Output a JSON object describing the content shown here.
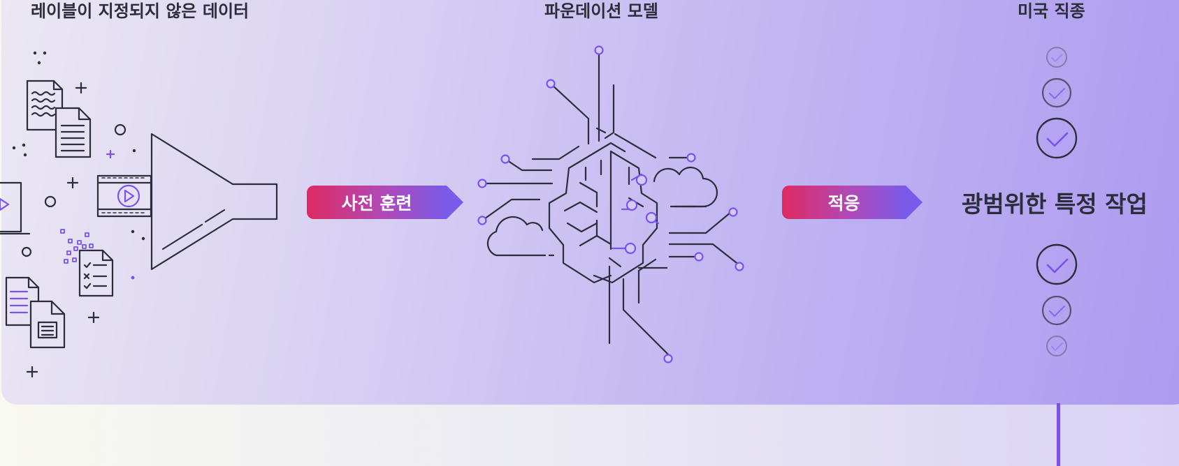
{
  "headings": {
    "unlabeled_data": "레이블이 지정되지 않은 데이터",
    "foundation_model": "파운데이션 모델",
    "domain_specific": "미국 직종"
  },
  "stages": {
    "pretrain": "사전 훈련",
    "adapt": "적응"
  },
  "tasks_label": "광범위한 특정 작업",
  "colors": {
    "line": "#2b2d3a",
    "accent": "#7a52ee",
    "tag_start": "#de2a61",
    "tag_end": "#7a5ae8"
  },
  "icons": [
    "document-wave-icon",
    "document-lines-icon",
    "laptop-play-icon",
    "video-film-icon",
    "checklist-icon",
    "document-image-icon",
    "funnel-icon",
    "brain-circuit-icon",
    "check-circle-icon"
  ]
}
